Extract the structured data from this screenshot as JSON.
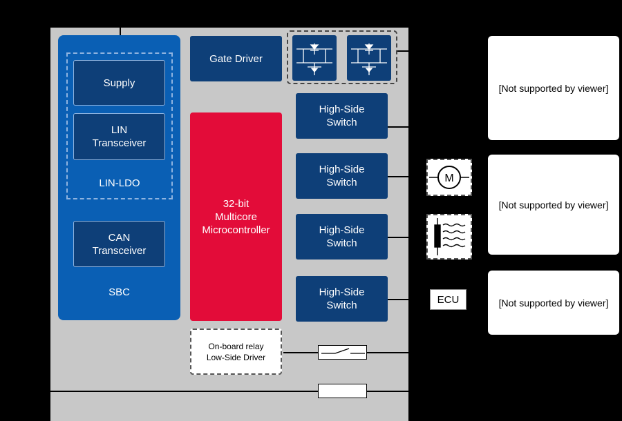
{
  "sbc": {
    "supply": "Supply",
    "lin_transceiver": "LIN\nTransceiver",
    "lin_ldo": "LIN-LDO",
    "can_transceiver": "CAN\nTransceiver",
    "label": "SBC"
  },
  "gate_driver": "Gate Driver",
  "mcu": "32-bit\nMulticore\nMicrocontroller",
  "high_side_switches": [
    "High-Side\nSwitch",
    "High-Side\nSwitch",
    "High-Side\nSwitch",
    "High-Side\nSwitch"
  ],
  "relay_driver": "On-board relay\nLow-Side Driver",
  "motor_symbol": "M",
  "ecu": "ECU",
  "viewer_placeholders": [
    "[Not supported by viewer]",
    "[Not supported by viewer]",
    "[Not supported by viewer]"
  ],
  "icons": [
    "mosfet-icon",
    "mosfet-icon",
    "motor-icon",
    "heater-icon",
    "relay-switch-icon",
    "fuse-icon"
  ]
}
